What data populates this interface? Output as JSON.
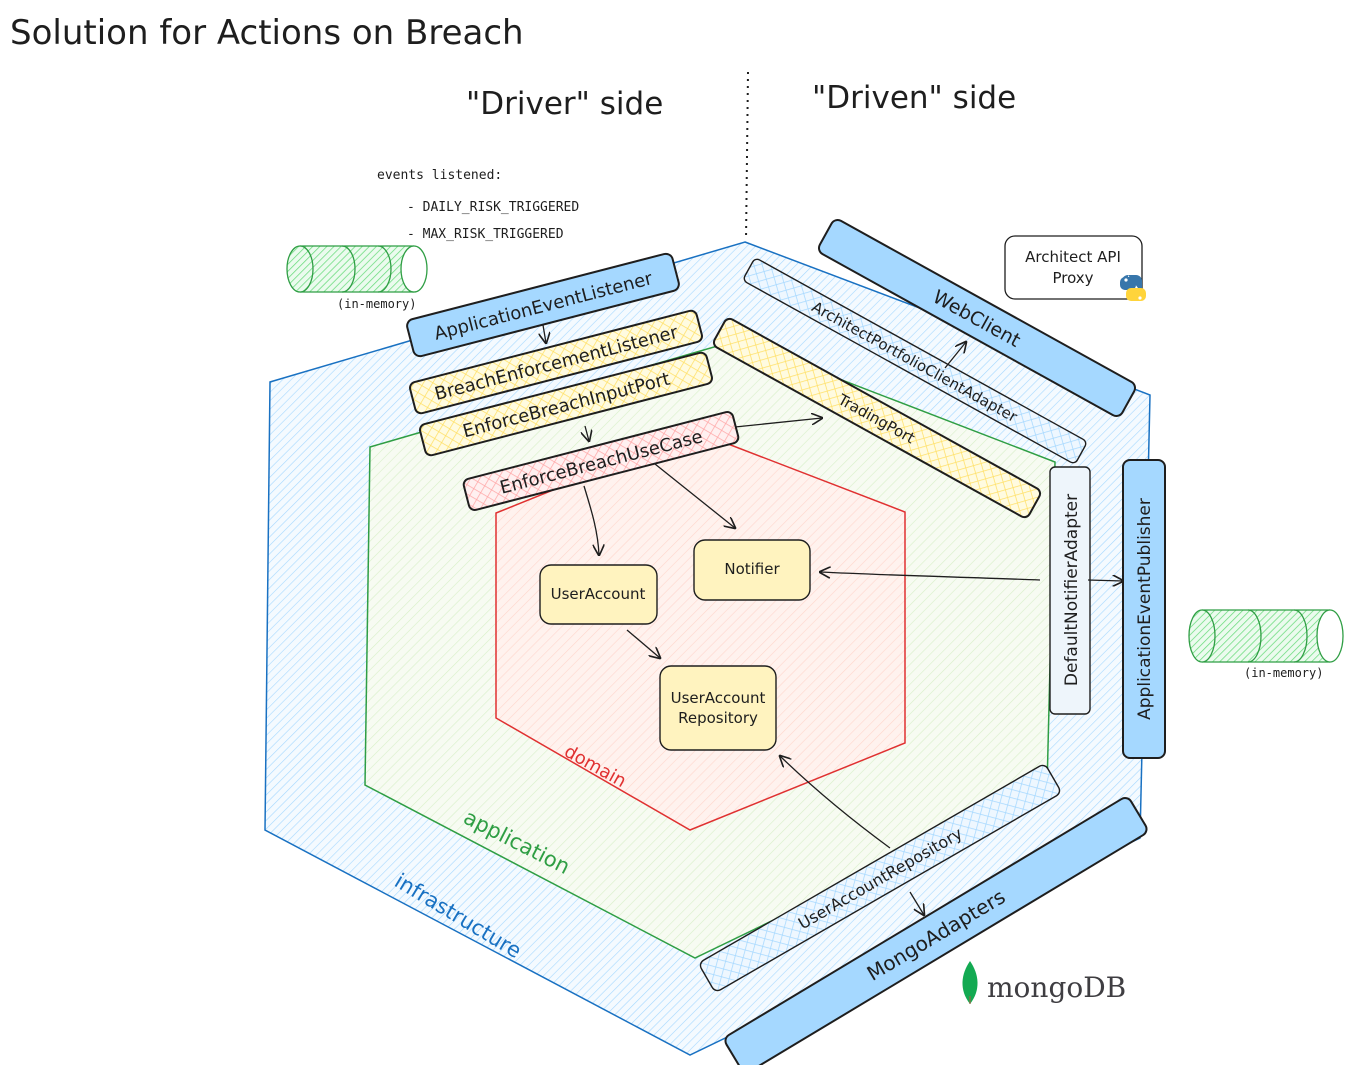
{
  "title": "Solution for Actions on Breach",
  "sides": {
    "driver": "\"Driver\" side",
    "driven": "\"Driven\" side"
  },
  "events": {
    "heading": "events listened:",
    "items": [
      "- DAILY_RISK_TRIGGERED",
      "- MAX_RISK_TRIGGERED"
    ]
  },
  "queues": {
    "left_label": "(in-memory)",
    "right_label": "(in-memory)"
  },
  "layers": {
    "infrastructure": "infrastructure",
    "application": "application",
    "domain": "domain"
  },
  "components": {
    "application_event_listener": "ApplicationEventListener",
    "breach_enforcement_listener": "BreachEnforcementListener",
    "enforce_breach_input_port": "EnforceBreachInputPort",
    "enforce_breach_use_case": "EnforceBreachUseCase",
    "trading_port": "TradingPort",
    "architect_portfolio_client_adapter": "ArchitectPortfolioClientAdapter",
    "web_client": "WebClient",
    "architect_api_proxy": [
      "Architect API",
      "Proxy"
    ],
    "default_notifier_adapter": "DefaultNotifierAdapter",
    "application_event_publisher": "ApplicationEventPublisher",
    "user_account_repository_adapter": "UserAccountRepository",
    "mongo_adapters": "MongoAdapters",
    "user_account": "UserAccount",
    "notifier": "Notifier",
    "user_account_repository": [
      "UserAccount",
      "Repository"
    ]
  },
  "logos": {
    "mongodb": "mongoDB"
  },
  "colors": {
    "infrastructure": "#1971c2",
    "application": "#2f9e44",
    "domain": "#e03131",
    "blue_fill": "#a5d8ff",
    "yellow_fill": "#ffec99",
    "red_fill": "#ffc9c9",
    "domain_box_fill": "#fff3bf",
    "queue": "#2f9e44",
    "mongo_green": "#13aa52"
  }
}
